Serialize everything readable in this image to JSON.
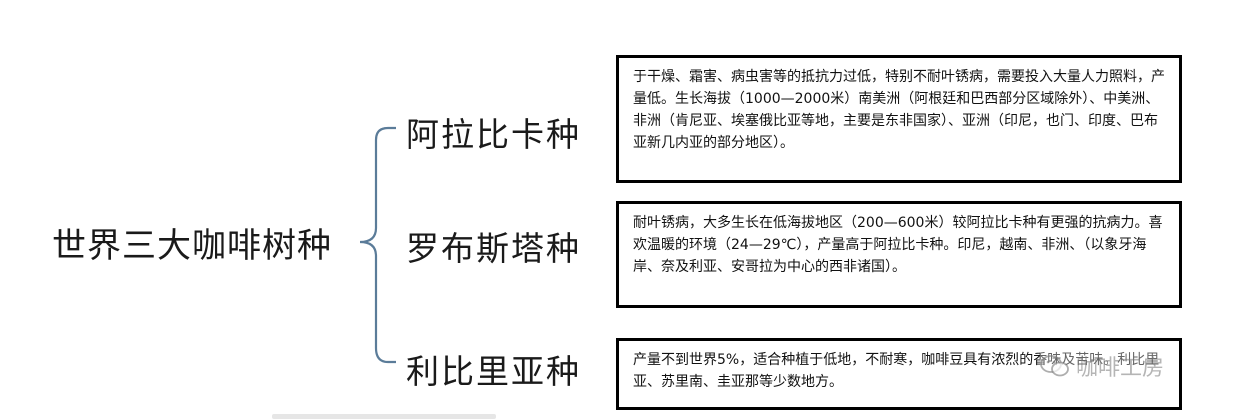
{
  "diagram": {
    "root": "世界三大咖啡树种",
    "branches": [
      {
        "name": "阿拉比卡种",
        "description": "于干燥、霜害、病虫害等的抵抗力过低，特别不耐叶锈病，需要投入大量人力照料，产量低。生长海拔（1000—2000米）南美洲（阿根廷和巴西部分区域除外）、中美洲、非洲（肯尼亚、埃塞俄比亚等地，主要是东非国家）、亚洲（印尼，也门、印度、巴布亚新几内亚的部分地区）。"
      },
      {
        "name": "罗布斯塔种",
        "description": "耐叶锈病，大多生长在低海拔地区（200—600米）较阿拉比卡种有更强的抗病力。喜欢温暖的环境（24—29℃），产量高于阿拉比卡种。印尼，越南、非洲、（以象牙海岸、奈及利亚、安哥拉为中心的西非诸国）。"
      },
      {
        "name": "利比里亚种",
        "description": "产量不到世界5%，适合种植于低地，不耐寒，咖啡豆具有浓烈的香味及苦味。利比里亚、苏里南、圭亚那等少数地方。"
      }
    ]
  },
  "watermark": {
    "text": "咖啡工房",
    "icon": "wechat-icon"
  },
  "colors": {
    "connector": "#5b7c99",
    "box_border": "#000000"
  }
}
